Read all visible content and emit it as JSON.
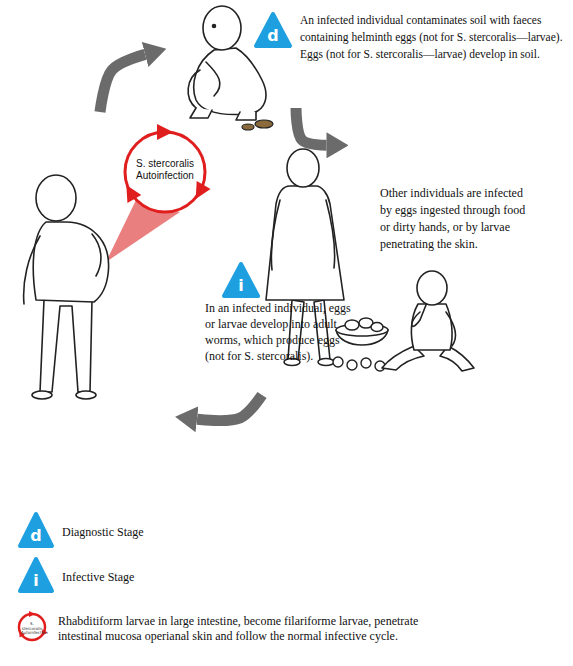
{
  "diagram": {
    "nodes": [
      {
        "text": [
          "An infected individual contaminates soil with faeces containing helminth eggs (not for S. stercoralis—larvae). Eggs (not for S. stercoralis—larvae) develop in soil."
        ]
      },
      {
        "text": [
          "Other individuals are infected by eggs ingested through food or dirty hands, or by larvae penetrating the skin."
        ]
      },
      {
        "text": [
          "In an infected individual, eggs or larvae develop into adult worms, which produce eggs (not for S. stercoralis)."
        ]
      },
      {
        "text": [
          "S. stercoralis Autoinfection"
        ]
      }
    ],
    "edges": [
      {
        "from": 0,
        "to": 1,
        "arrow": "to"
      },
      {
        "from": 1,
        "to": 2,
        "arrow": "to"
      },
      {
        "from": 2,
        "to": 0,
        "arrow": "to"
      }
    ],
    "labels": [
      "d",
      "i",
      "d",
      "i",
      "S. stercoralis Autoinfection"
    ],
    "legend": [
      {
        "text": "Diagnostic Stage"
      },
      {
        "text": "Infective Stage"
      },
      {
        "text": "Rhabditiform larvae in large intestine, become filariforme larvae, penetrate intestinal mucosa operianal skin and follow the normal infective cycle."
      }
    ]
  }
}
